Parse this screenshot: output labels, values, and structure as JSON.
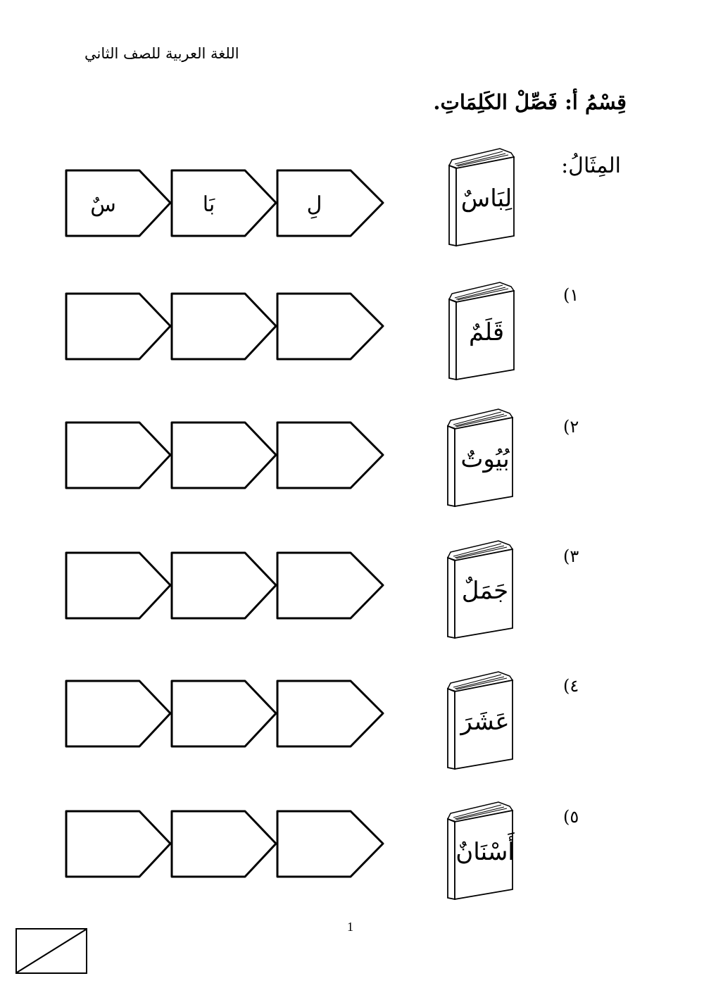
{
  "header": {
    "subject_title": "اللغة العربية للصف الثاني"
  },
  "section": {
    "title": "قِسْمُ أ: فَصِّلْ الكَلِمَاتِ."
  },
  "example": {
    "label": "المِثَالُ:",
    "word": "لِبَاسٌ",
    "syllables": [
      "لِ",
      "بَا",
      "سٌ"
    ]
  },
  "questions": [
    {
      "number": "١)",
      "word": "قَلَمٌ",
      "syllables": [
        "",
        "",
        ""
      ]
    },
    {
      "number": "٢)",
      "word": "بُيُوتٌ",
      "syllables": [
        "",
        "",
        ""
      ]
    },
    {
      "number": "٣)",
      "word": "جَمَلٌ",
      "syllables": [
        "",
        "",
        ""
      ]
    },
    {
      "number": "٤)",
      "word": "عَشَرَ",
      "syllables": [
        "",
        "",
        ""
      ]
    },
    {
      "number": "٥)",
      "word": "أَسْنَانٌ",
      "syllables": [
        "",
        "",
        ""
      ]
    }
  ],
  "footer": {
    "page_number": "1"
  },
  "colors": {
    "ink": "#000000",
    "paper": "#ffffff"
  }
}
